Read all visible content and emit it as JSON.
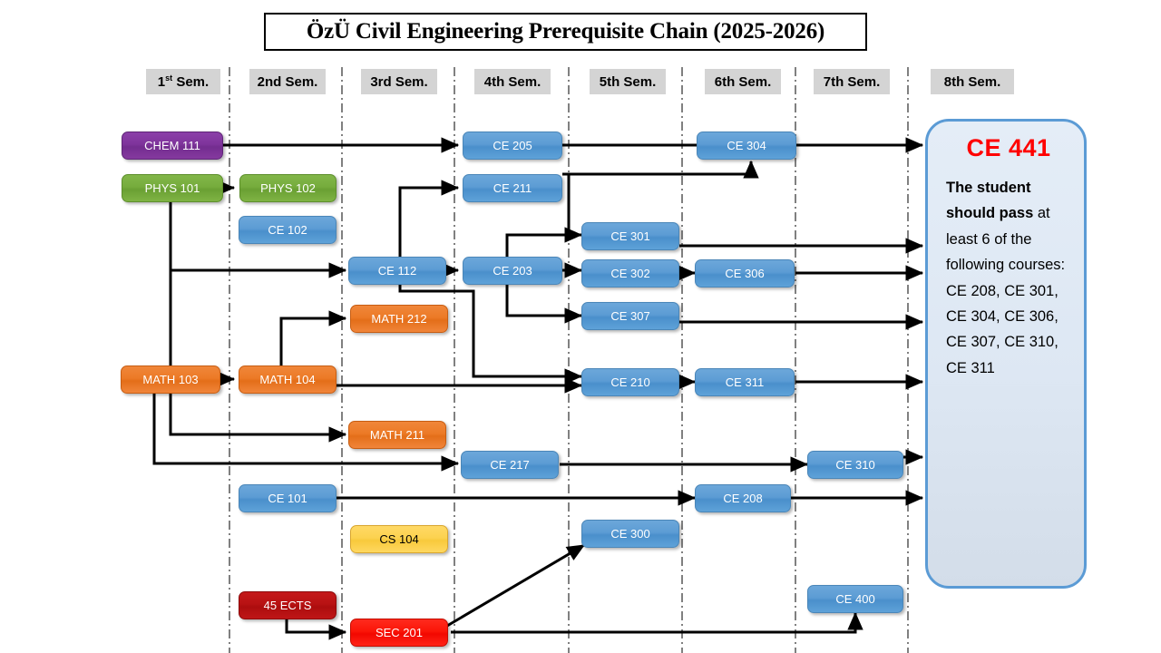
{
  "title": {
    "text": "ÖzÜ Civil Engineering Prerequisite Chain (2025-2026)",
    "prefix": "ÖzÜ Civil Engineering Prerequisite Chain (2025-2026)"
  },
  "semesters": [
    {
      "label_main": "1",
      "label_sup": "st",
      "label_rest": " Sem.",
      "label": "1st Sem."
    },
    {
      "label": "2nd Sem."
    },
    {
      "label": "3rd Sem."
    },
    {
      "label": "4th Sem."
    },
    {
      "label": "5th Sem."
    },
    {
      "label": "6th Sem."
    },
    {
      "label": "7th Sem."
    },
    {
      "label": "8th Sem."
    }
  ],
  "courses": [
    {
      "id": "chem111",
      "label": "CHEM 111",
      "color": "purple",
      "semester": 1
    },
    {
      "id": "phys101",
      "label": "PHYS 101",
      "color": "green",
      "semester": 1
    },
    {
      "id": "math103",
      "label": "MATH 103",
      "color": "orange",
      "semester": 1
    },
    {
      "id": "phys102",
      "label": "PHYS 102",
      "color": "green",
      "semester": 2
    },
    {
      "id": "ce102",
      "label": "CE 102",
      "color": "blue",
      "semester": 2
    },
    {
      "id": "math104",
      "label": "MATH 104",
      "color": "orange",
      "semester": 2
    },
    {
      "id": "ce101",
      "label": "CE 101",
      "color": "blue",
      "semester": 2
    },
    {
      "id": "ects45",
      "label": "45 ECTS",
      "color": "darkred",
      "semester": 2
    },
    {
      "id": "ce112",
      "label": "CE 112",
      "color": "blue",
      "semester": 3
    },
    {
      "id": "math212",
      "label": "MATH 212",
      "color": "orange",
      "semester": 3
    },
    {
      "id": "math211",
      "label": "MATH 211",
      "color": "orange",
      "semester": 3
    },
    {
      "id": "cs104",
      "label": "CS 104",
      "color": "yellow",
      "semester": 3
    },
    {
      "id": "sec201",
      "label": "SEC 201",
      "color": "red",
      "semester": 3
    },
    {
      "id": "ce205",
      "label": "CE 205",
      "color": "blue",
      "semester": 4
    },
    {
      "id": "ce211",
      "label": "CE 211",
      "color": "blue",
      "semester": 4
    },
    {
      "id": "ce203",
      "label": "CE 203",
      "color": "blue",
      "semester": 4
    },
    {
      "id": "ce217",
      "label": "CE 217",
      "color": "blue",
      "semester": 4
    },
    {
      "id": "ce301",
      "label": "CE 301",
      "color": "blue",
      "semester": 5
    },
    {
      "id": "ce302",
      "label": "CE 302",
      "color": "blue",
      "semester": 5
    },
    {
      "id": "ce307",
      "label": "CE 307",
      "color": "blue",
      "semester": 5
    },
    {
      "id": "ce210",
      "label": "CE 210",
      "color": "blue",
      "semester": 5
    },
    {
      "id": "ce300",
      "label": "CE 300",
      "color": "blue",
      "semester": 5
    },
    {
      "id": "ce304",
      "label": "CE 304",
      "color": "blue",
      "semester": 6
    },
    {
      "id": "ce306",
      "label": "CE 306",
      "color": "blue",
      "semester": 6
    },
    {
      "id": "ce311",
      "label": "CE 311",
      "color": "blue",
      "semester": 6
    },
    {
      "id": "ce208",
      "label": "CE 208",
      "color": "blue",
      "semester": 6
    },
    {
      "id": "ce310",
      "label": "CE 310",
      "color": "blue",
      "semester": 7
    },
    {
      "id": "ce400",
      "label": "CE 400",
      "color": "blue",
      "semester": 7
    }
  ],
  "capstone": {
    "code": "CE 441",
    "bold_text": "The student should pass",
    "rest_text": " at least 6 of the following courses: CE 208, CE 301, CE 304, CE 306, CE 307, CE 310, CE 311",
    "border_color": "#5b9bd5",
    "code_color": "#ff0000"
  },
  "colors": {
    "blue": "#5b9bd5",
    "green": "#76ac3c",
    "purple": "#7f349c",
    "orange": "#ec7a26",
    "yellow": "#fcd24f",
    "red": "#fb1508",
    "darkred": "#b81213",
    "header_gray": "#d4d4d4",
    "divider_gray": "#808080",
    "arrow": "#000000"
  },
  "prerequisites": [
    {
      "from": "chem111",
      "to": "ce205"
    },
    {
      "from": "phys101",
      "to": "phys102"
    },
    {
      "from": "phys101",
      "to": "ce112"
    },
    {
      "from": "phys101",
      "to": "math211"
    },
    {
      "from": "math103",
      "to": "math104"
    },
    {
      "from": "math103",
      "to": "ce217"
    },
    {
      "from": "math104",
      "to": "math212"
    },
    {
      "from": "math104",
      "to": "ce210"
    },
    {
      "from": "ce112",
      "to": "ce203"
    },
    {
      "from": "ce112",
      "to": "ce211"
    },
    {
      "from": "ce112",
      "to": "ce210"
    },
    {
      "from": "ce203",
      "to": "ce301"
    },
    {
      "from": "ce203",
      "to": "ce302"
    },
    {
      "from": "ce203",
      "to": "ce307"
    },
    {
      "from": "ce211",
      "to": "ce304"
    },
    {
      "from": "ce302",
      "to": "ce306"
    },
    {
      "from": "ce210",
      "to": "ce311"
    },
    {
      "from": "ce101",
      "to": "ce208"
    },
    {
      "from": "ce217",
      "to": "ce310"
    },
    {
      "from": "ects45",
      "to": "sec201"
    },
    {
      "from": "sec201",
      "to": "ce300"
    },
    {
      "from": "sec201",
      "to": "ce400"
    },
    {
      "from": "ce205",
      "to": "ce441"
    },
    {
      "from": "ce304",
      "to": "ce441"
    },
    {
      "from": "ce301",
      "to": "ce441"
    },
    {
      "from": "ce306",
      "to": "ce441"
    },
    {
      "from": "ce307",
      "to": "ce441"
    },
    {
      "from": "ce311",
      "to": "ce441"
    },
    {
      "from": "ce310",
      "to": "ce441"
    },
    {
      "from": "ce208",
      "to": "ce441"
    }
  ]
}
